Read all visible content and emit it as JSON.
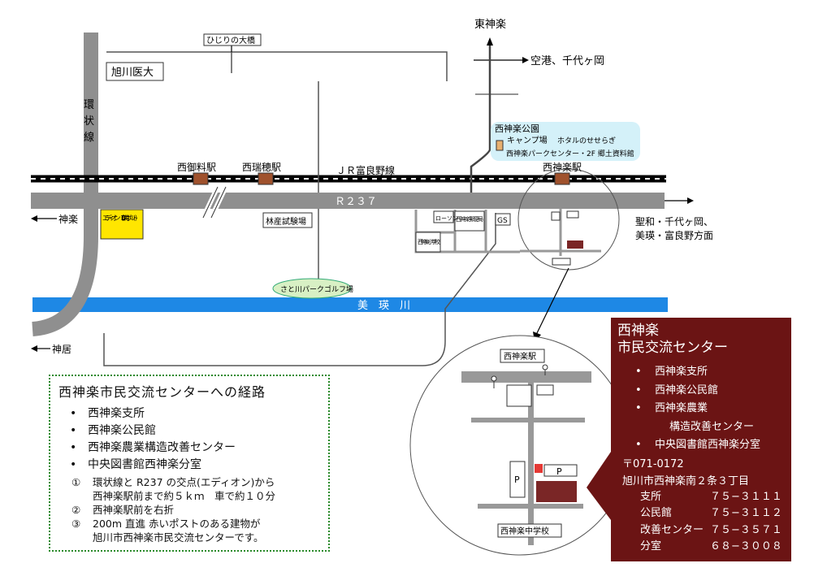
{
  "map": {
    "top_station": "東神楽",
    "bridge": "ひじりの大橋",
    "university": "旭川医大",
    "ring_road": [
      "環",
      "状",
      "線"
    ],
    "airport": "空港、千代ヶ岡",
    "park": "西神楽公園",
    "camp": "キャンプ場",
    "firefly": "ホタルのせせらぎ",
    "park_center": "西神楽パークセンター・2F 郷土資料館",
    "station_goryo": "西御料駅",
    "station_mizuho": "西瑞穂駅",
    "station_nishikagura": "西神楽駅",
    "railway": "ＪＲ富良野線",
    "route_road": "Ｒ２３７",
    "left_dest": "神楽",
    "edion": "エディオン（100満ボルト）",
    "forest_lab": "林産試験場",
    "lawson": "ローソン",
    "post_office": "西神楽郵便局",
    "gs": "GS",
    "school": "西神楽小学校",
    "right_dest_1": "聖和・千代ヶ岡、",
    "right_dest_2": "美瑛・富良野方面",
    "golf": "さと川パークゴルフ場",
    "river": "美　瑛　川",
    "kamui": "神居",
    "inset_station": "西神楽駅",
    "inset_p": "P",
    "inset_p2": "P",
    "inset_junior_high": "西神楽中学校"
  },
  "route": {
    "title": "西神楽市民交流センターへの経路",
    "facilities": [
      "西神楽支所",
      "西神楽公民館",
      "西神楽農業構造改善センター",
      "中央図書館西神楽分室"
    ],
    "steps": [
      {
        "num": "①",
        "text": "環状線と R237 の交点(エディオン)から\n西神楽駅前まで約５ｋｍ　車で約１０分"
      },
      {
        "num": "②",
        "text": "西神楽駅前を右折"
      },
      {
        "num": "③",
        "text": "200m 直進  赤いポストのある建物が\n旭川市西神楽市民交流センターです。"
      }
    ]
  },
  "info": {
    "title_1": "西神楽",
    "title_2": "市民交流センター",
    "items": [
      "西神楽支所",
      "西神楽公民館",
      "西神楽農業",
      "構造改善センター",
      "中央図書館西神楽分室"
    ],
    "postal": "〒071-0172",
    "address": "旭川市西神楽南２条３丁目",
    "phones": [
      {
        "label": "支所",
        "number": "７５−３１１１"
      },
      {
        "label": "公民館",
        "number": "７５−３１１２"
      },
      {
        "label": "改善センター",
        "number": "７５−３５７１"
      },
      {
        "label": "分室",
        "number": "６８−３００８"
      }
    ]
  },
  "colors": {
    "road": "#8f8f8f",
    "river": "#1e88e5",
    "edion": "#ffe600",
    "info_bg": "#6b1414",
    "station": "#a0522d",
    "park_bg": "#d4f1f9",
    "golf_bg": "#d8f0c4",
    "target_building": "#7a2626"
  }
}
